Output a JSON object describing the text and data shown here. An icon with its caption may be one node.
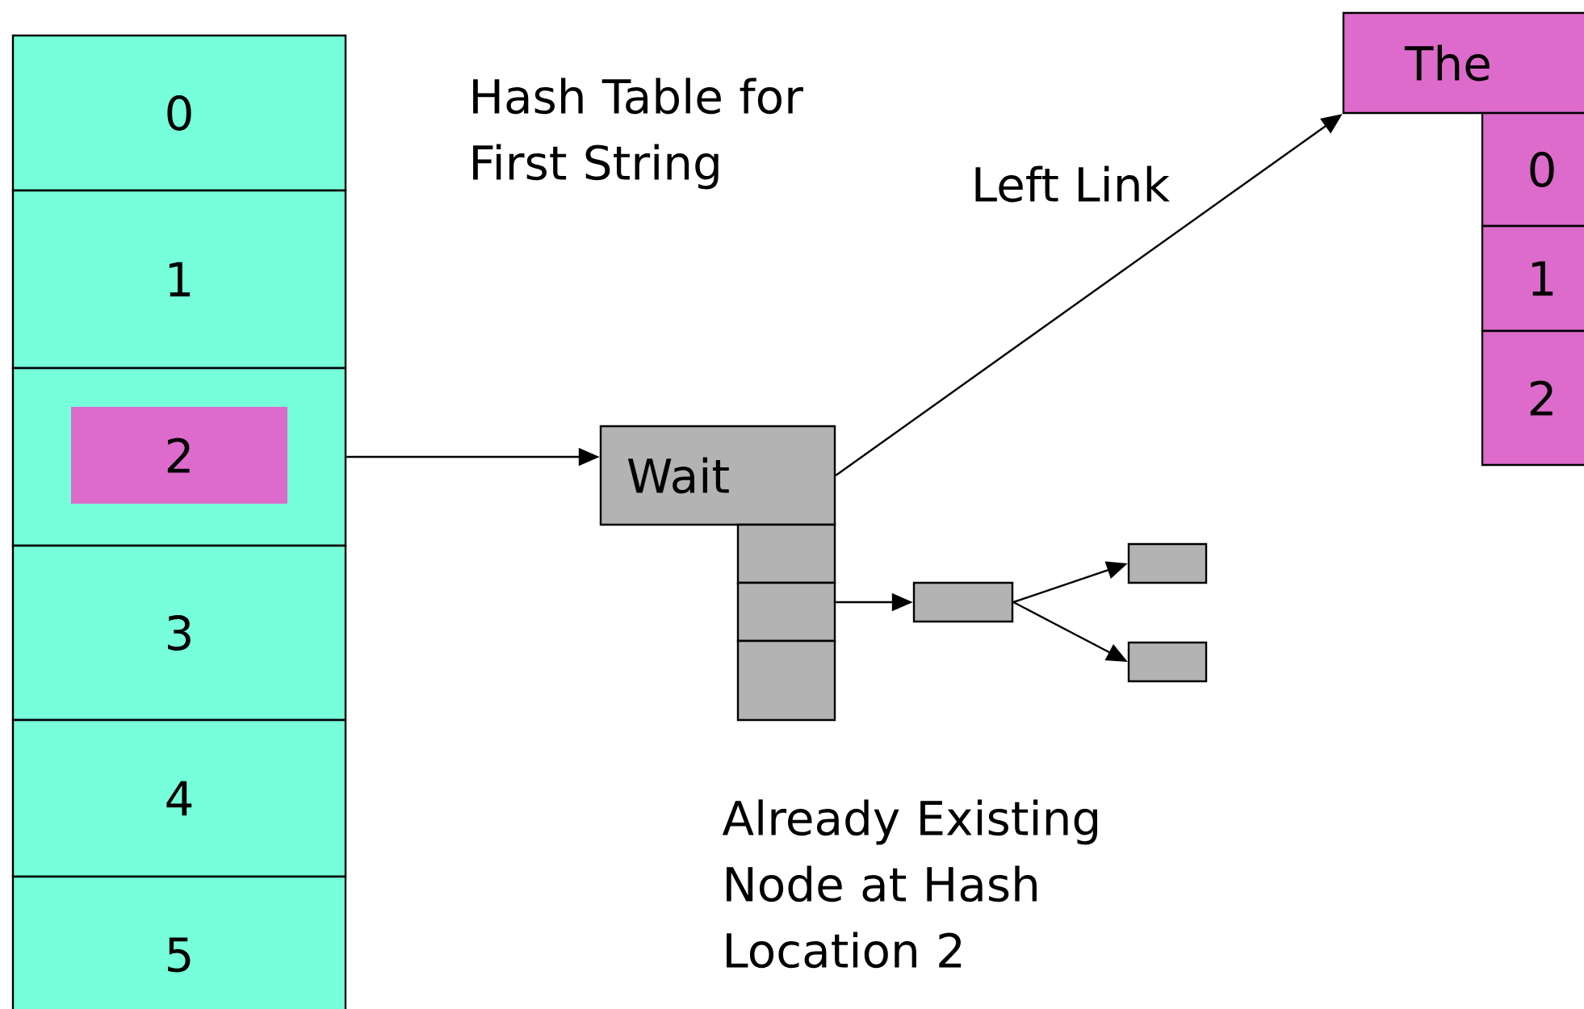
{
  "diagram": {
    "nodes": [
      {
        "text": [
          "0"
        ]
      },
      {
        "text": [
          "1"
        ]
      },
      {
        "text": [],
        "shape": "box"
      },
      {
        "text": [
          "2"
        ],
        "in": 2
      },
      {
        "text": [
          "3"
        ]
      },
      {
        "text": [
          "4"
        ]
      },
      {
        "text": [
          "5"
        ]
      },
      {
        "text": [
          "Wait"
        ]
      },
      {
        "text": [],
        "shape": "box"
      },
      {
        "text": [],
        "shape": "box"
      },
      {
        "text": [],
        "shape": "box"
      },
      {
        "text": [],
        "shape": "box"
      },
      {
        "text": [],
        "shape": "box"
      },
      {
        "text": [],
        "shape": "box"
      },
      {
        "text": [
          "The"
        ]
      },
      {
        "text": [
          "0"
        ]
      },
      {
        "text": [
          "1"
        ]
      },
      {
        "text": [
          "2"
        ]
      }
    ],
    "edges": [
      {
        "from": 2,
        "to": 7,
        "arrow": "to"
      },
      {
        "from": 7,
        "to": 14,
        "arrow": "to",
        "label": "Left Link"
      },
      {
        "from": 9,
        "to": 11,
        "arrow": "to"
      },
      {
        "from": 11,
        "to": 12,
        "arrow": "to"
      },
      {
        "from": 11,
        "to": 13,
        "arrow": "to"
      }
    ],
    "labels": [
      "Hash Table for First String",
      "Already Existing Node at Hash Location 2"
    ]
  }
}
